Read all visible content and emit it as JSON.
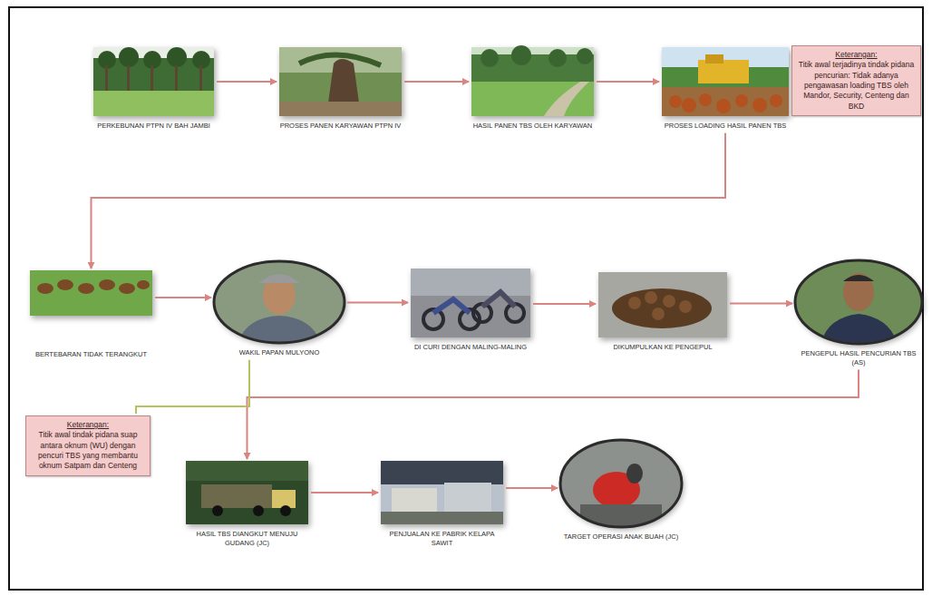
{
  "diagram": {
    "nodes": [
      {
        "text": [
          "PERKEBUNAN PTPN IV BAH JAMBI"
        ]
      },
      {
        "text": [
          "PROSES PANEN KARYAWAN PTPN IV"
        ]
      },
      {
        "text": [
          "HASIL PANEN TBS OLEH KARYAWAN"
        ]
      },
      {
        "text": [
          "PROSES LOADING HASIL PANEN TBS"
        ]
      },
      {
        "text": [
          "Keterangan:",
          "Titik awal terjadinya tindak pidana pencurian: Tidak adanya pengawasan loading TBS oleh Mandor, Security, Centeng dan BKD"
        ]
      },
      {
        "text": [
          "BERTEBARAN TIDAK TERANGKUT"
        ]
      },
      {
        "text": [
          "WAKIL PAPAN MULYONO"
        ]
      },
      {
        "text": [
          "DI CURI DENGAN MALING-MALING"
        ]
      },
      {
        "text": [
          "DIKUMPULKAN KE PENGEPUL"
        ]
      },
      {
        "text": [
          "PENGEPUL HASIL PENCURIAN TBS (AS)"
        ]
      },
      {
        "text": [
          "Keterangan:",
          "Titik awal tindak pidana suap antara oknum (WU) dengan pencuri TBS yang membantu oknum Satpam dan Centeng"
        ]
      },
      {
        "text": [
          "HASIL TBS DIANGKUT MENUJU GUDANG (JC)"
        ]
      },
      {
        "text": [
          "PENJUALAN KE PABRIK KELAPA SAWIT"
        ]
      },
      {
        "text": [
          "TARGET OPERASI ANAK BUAH (JC)"
        ]
      }
    ],
    "edges": [
      {
        "from": 0,
        "to": 1,
        "arrow": "to"
      },
      {
        "from": 1,
        "to": 2,
        "arrow": "to"
      },
      {
        "from": 2,
        "to": 3,
        "arrow": "to"
      },
      {
        "from": 3,
        "to": 5,
        "arrow": "to"
      },
      {
        "from": 5,
        "to": 6,
        "arrow": "to"
      },
      {
        "from": 6,
        "to": 7,
        "arrow": "to"
      },
      {
        "from": 7,
        "to": 8,
        "arrow": "to"
      },
      {
        "from": 8,
        "to": 9,
        "arrow": "to"
      },
      {
        "from": 9,
        "to": 11,
        "arrow": "to"
      },
      {
        "from": 6,
        "to": 10,
        "arrow": "none"
      },
      {
        "from": 11,
        "to": 12,
        "arrow": "to"
      },
      {
        "from": 12,
        "to": 13,
        "arrow": "to"
      }
    ]
  }
}
